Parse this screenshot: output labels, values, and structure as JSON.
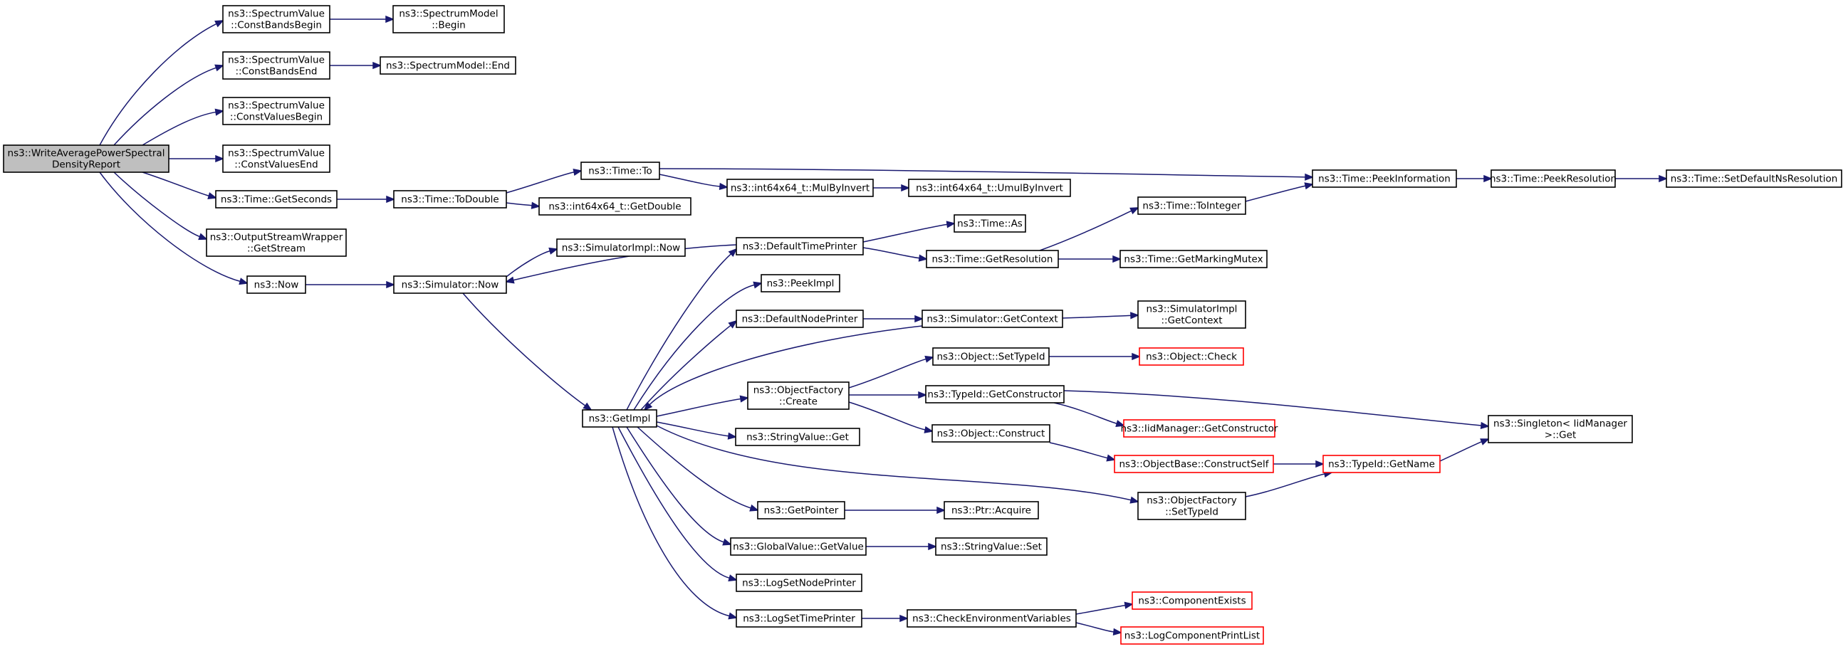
{
  "graph": {
    "colors": {
      "edge": "#191970",
      "node_border": "#000000",
      "truncated_border": "#ff0000",
      "root_fill": "#bfbfbf",
      "node_fill": "#ffffff"
    },
    "nodes": [
      {
        "id": "n0",
        "lines": [
          "ns3::WriteAveragePowerSpectral",
          "DensityReport"
        ],
        "root": true
      },
      {
        "id": "n1",
        "lines": [
          "ns3::SpectrumValue",
          "::ConstBandsBegin"
        ]
      },
      {
        "id": "n2",
        "lines": [
          "ns3::SpectrumModel",
          "::Begin"
        ]
      },
      {
        "id": "n3",
        "lines": [
          "ns3::SpectrumValue",
          "::ConstBandsEnd"
        ]
      },
      {
        "id": "n4",
        "lines": [
          "ns3::SpectrumModel::End"
        ]
      },
      {
        "id": "n5",
        "lines": [
          "ns3::SpectrumValue",
          "::ConstValuesBegin"
        ]
      },
      {
        "id": "n6",
        "lines": [
          "ns3::SpectrumValue",
          "::ConstValuesEnd"
        ]
      },
      {
        "id": "n7",
        "lines": [
          "ns3::Time::GetSeconds"
        ]
      },
      {
        "id": "n8",
        "lines": [
          "ns3::Time::ToDouble"
        ]
      },
      {
        "id": "n9",
        "lines": [
          "ns3::Time::To"
        ]
      },
      {
        "id": "n10",
        "lines": [
          "ns3::Time::PeekInformation"
        ]
      },
      {
        "id": "n11",
        "lines": [
          "ns3::Time::PeekResolution"
        ]
      },
      {
        "id": "n12",
        "lines": [
          "ns3::Time::SetDefaultNsResolution"
        ]
      },
      {
        "id": "n13",
        "lines": [
          "ns3::int64x64_t::MulByInvert"
        ]
      },
      {
        "id": "n14",
        "lines": [
          "ns3::int64x64_t::UmulByInvert"
        ]
      },
      {
        "id": "n15",
        "lines": [
          "ns3::int64x64_t::GetDouble"
        ]
      },
      {
        "id": "n16",
        "lines": [
          "ns3::OutputStreamWrapper",
          "::GetStream"
        ]
      },
      {
        "id": "n17",
        "lines": [
          "ns3::Now"
        ]
      },
      {
        "id": "n18",
        "lines": [
          "ns3::Simulator::Now"
        ]
      },
      {
        "id": "n19",
        "lines": [
          "ns3::SimulatorImpl::Now"
        ]
      },
      {
        "id": "n20",
        "lines": [
          "ns3::GetImpl"
        ]
      },
      {
        "id": "n21",
        "lines": [
          "ns3::DefaultTimePrinter"
        ]
      },
      {
        "id": "n22",
        "lines": [
          "ns3::Time::As"
        ]
      },
      {
        "id": "n23",
        "lines": [
          "ns3::Time::GetResolution"
        ]
      },
      {
        "id": "n24",
        "lines": [
          "ns3::Time::ToInteger"
        ]
      },
      {
        "id": "n25",
        "lines": [
          "ns3::Time::GetMarkingMutex"
        ]
      },
      {
        "id": "n26",
        "lines": [
          "ns3::PeekImpl"
        ]
      },
      {
        "id": "n27",
        "lines": [
          "ns3::DefaultNodePrinter"
        ]
      },
      {
        "id": "n28",
        "lines": [
          "ns3::Simulator::GetContext"
        ]
      },
      {
        "id": "n29",
        "lines": [
          "ns3::SimulatorImpl",
          "::GetContext"
        ]
      },
      {
        "id": "n30",
        "lines": [
          "ns3::ObjectFactory",
          "::Create"
        ]
      },
      {
        "id": "n31",
        "lines": [
          "ns3::Object::SetTypeId"
        ]
      },
      {
        "id": "n32",
        "lines": [
          "ns3::Object::Check"
        ],
        "truncated": true
      },
      {
        "id": "n33",
        "lines": [
          "ns3::TypeId::GetConstructor"
        ]
      },
      {
        "id": "n34",
        "lines": [
          "ns3::IidManager::GetConstructor"
        ],
        "truncated": true
      },
      {
        "id": "n35",
        "lines": [
          "ns3::Singleton< IidManager",
          " >::Get"
        ]
      },
      {
        "id": "n36",
        "lines": [
          "ns3::Object::Construct"
        ]
      },
      {
        "id": "n37",
        "lines": [
          "ns3::ObjectBase::ConstructSelf"
        ],
        "truncated": true
      },
      {
        "id": "n38",
        "lines": [
          "ns3::TypeId::GetName"
        ],
        "truncated": true
      },
      {
        "id": "n39",
        "lines": [
          "ns3::StringValue::Get"
        ]
      },
      {
        "id": "n40",
        "lines": [
          "ns3::ObjectFactory",
          "::SetTypeId"
        ]
      },
      {
        "id": "n41",
        "lines": [
          "ns3::GetPointer"
        ]
      },
      {
        "id": "n42",
        "lines": [
          "ns3::Ptr::Acquire"
        ]
      },
      {
        "id": "n43",
        "lines": [
          "ns3::GlobalValue::GetValue"
        ]
      },
      {
        "id": "n44",
        "lines": [
          "ns3::StringValue::Set"
        ]
      },
      {
        "id": "n45",
        "lines": [
          "ns3::LogSetNodePrinter"
        ]
      },
      {
        "id": "n46",
        "lines": [
          "ns3::LogSetTimePrinter"
        ]
      },
      {
        "id": "n47",
        "lines": [
          "ns3::CheckEnvironmentVariables"
        ]
      },
      {
        "id": "n48",
        "lines": [
          "ns3::ComponentExists"
        ],
        "truncated": true
      },
      {
        "id": "n49",
        "lines": [
          "ns3::LogComponentPrintList"
        ],
        "truncated": true
      }
    ],
    "edges": [
      [
        "n0",
        "n1"
      ],
      [
        "n0",
        "n3"
      ],
      [
        "n0",
        "n5"
      ],
      [
        "n0",
        "n6"
      ],
      [
        "n0",
        "n7"
      ],
      [
        "n0",
        "n16"
      ],
      [
        "n0",
        "n17"
      ],
      [
        "n1",
        "n2"
      ],
      [
        "n3",
        "n4"
      ],
      [
        "n7",
        "n8"
      ],
      [
        "n8",
        "n9"
      ],
      [
        "n8",
        "n15"
      ],
      [
        "n9",
        "n10"
      ],
      [
        "n9",
        "n13"
      ],
      [
        "n13",
        "n14"
      ],
      [
        "n10",
        "n11"
      ],
      [
        "n11",
        "n12"
      ],
      [
        "n17",
        "n18"
      ],
      [
        "n18",
        "n19"
      ],
      [
        "n18",
        "n20"
      ],
      [
        "n20",
        "n21"
      ],
      [
        "n20",
        "n26"
      ],
      [
        "n20",
        "n27"
      ],
      [
        "n20",
        "n30"
      ],
      [
        "n20",
        "n39"
      ],
      [
        "n20",
        "n40"
      ],
      [
        "n20",
        "n41"
      ],
      [
        "n20",
        "n43"
      ],
      [
        "n20",
        "n45"
      ],
      [
        "n20",
        "n46"
      ],
      [
        "n21",
        "n18"
      ],
      [
        "n21",
        "n22"
      ],
      [
        "n21",
        "n23"
      ],
      [
        "n23",
        "n24"
      ],
      [
        "n23",
        "n25"
      ],
      [
        "n24",
        "n10"
      ],
      [
        "n27",
        "n28"
      ],
      [
        "n28",
        "n29"
      ],
      [
        "n28",
        "n20"
      ],
      [
        "n30",
        "n31"
      ],
      [
        "n30",
        "n33"
      ],
      [
        "n30",
        "n36"
      ],
      [
        "n31",
        "n32"
      ],
      [
        "n33",
        "n34"
      ],
      [
        "n33",
        "n35"
      ],
      [
        "n36",
        "n37"
      ],
      [
        "n37",
        "n38"
      ],
      [
        "n38",
        "n35"
      ],
      [
        "n40",
        "n38"
      ],
      [
        "n41",
        "n42"
      ],
      [
        "n43",
        "n44"
      ],
      [
        "n46",
        "n47"
      ],
      [
        "n47",
        "n48"
      ],
      [
        "n47",
        "n49"
      ]
    ]
  }
}
